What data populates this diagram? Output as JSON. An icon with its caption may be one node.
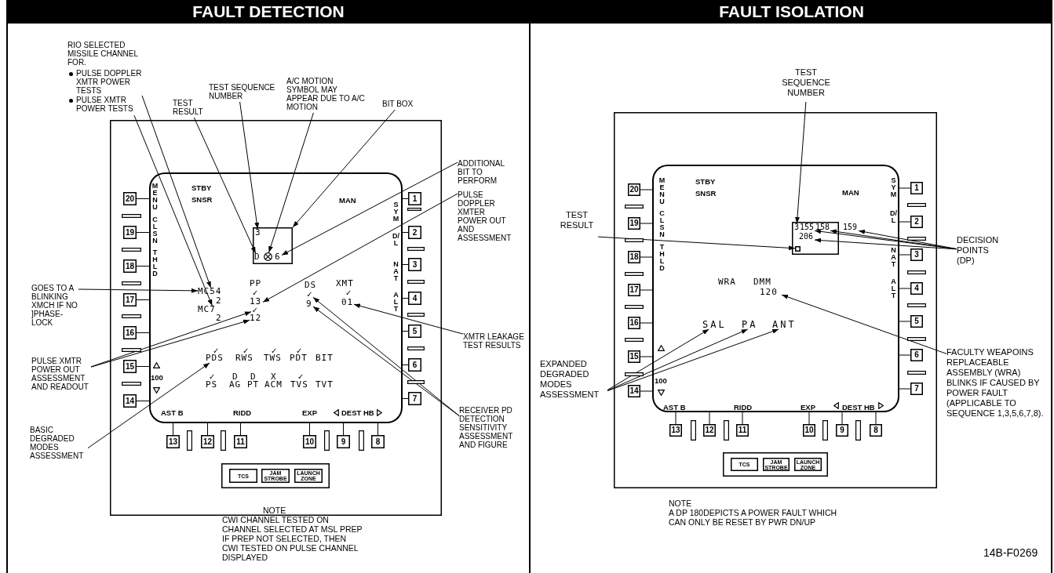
{
  "diagram": {
    "nodes": [
      {
        "text": [
          "FAULT DETECTION"
        ]
      },
      {
        "text": [],
        "shape": "box",
        "in": 0
      },
      {
        "text": [],
        "shape": "box",
        "in": 1
      },
      {
        "text": [
          "1"
        ],
        "in": 1
      },
      {
        "text": [
          "2"
        ],
        "in": 1
      },
      {
        "text": [
          "3"
        ],
        "in": 1
      },
      {
        "text": [
          "4"
        ],
        "in": 1
      },
      {
        "text": [
          "5"
        ],
        "in": 1
      },
      {
        "text": [
          "6"
        ],
        "in": 1
      },
      {
        "text": [
          "7"
        ],
        "in": 1
      },
      {
        "text": [
          "8"
        ],
        "in": 1
      },
      {
        "text": [
          "9"
        ],
        "in": 1
      },
      {
        "text": [
          "10"
        ],
        "in": 1
      },
      {
        "text": [
          "11"
        ],
        "in": 1
      },
      {
        "text": [
          "12"
        ],
        "in": 1
      },
      {
        "text": [
          "13"
        ],
        "in": 1
      },
      {
        "text": [
          "14"
        ],
        "in": 1
      },
      {
        "text": [
          "15"
        ],
        "in": 1
      },
      {
        "text": [
          "16"
        ],
        "in": 1
      },
      {
        "text": [
          "17"
        ],
        "in": 1
      },
      {
        "text": [
          "18"
        ],
        "in": 1
      },
      {
        "text": [
          "19"
        ],
        "in": 1
      },
      {
        "text": [
          "20"
        ],
        "in": 1
      },
      {
        "text": [],
        "shape": "box",
        "in": 1
      },
      {
        "text": [
          "TCS"
        ],
        "in": 23
      },
      {
        "text": [
          "JAM STROBE"
        ],
        "in": 23
      },
      {
        "text": [
          "LAUNCH ZONE"
        ],
        "in": 23
      },
      {
        "text": [],
        "shape": "box",
        "in": 2
      },
      {
        "text": [
          "3"
        ],
        "in": 27
      },
      {
        "text": [
          "D"
        ],
        "in": 27
      },
      {
        "text": [],
        "shape": "circle",
        "in": 27
      },
      {
        "text": [
          "6"
        ],
        "in": 27
      },
      {
        "text": [
          "MC54"
        ],
        "in": 2
      },
      {
        "text": [
          "MC7"
        ],
        "in": 2
      },
      {
        "text": [
          "13"
        ],
        "in": 2
      },
      {
        "text": [
          "✓"
        ],
        "in": 2
      },
      {
        "text": [
          "12"
        ],
        "in": 2
      },
      {
        "text": [
          "✓"
        ],
        "in": 2
      },
      {
        "text": [
          "9"
        ],
        "in": 2
      },
      {
        "text": [
          "01"
        ],
        "in": 2
      },
      {
        "text": [
          "PDS"
        ],
        "in": 2
      },
      {
        "text": [
          "PULSE DOPPLER XMTR POWER TESTS"
        ],
        "in": 0
      },
      {
        "text": [
          "PULSE XMTR POWER TESTS"
        ],
        "in": 0
      },
      {
        "text": [
          "TEST RESULT"
        ],
        "in": 0
      },
      {
        "text": [
          "TEST SEQUENCE NUMBER"
        ],
        "in": 0
      },
      {
        "text": [
          "A/C MOTION SYMBOL MAY APPEAR DUE TO A/C MOTION"
        ],
        "in": 0
      },
      {
        "text": [
          "BIT BOX"
        ],
        "in": 0
      },
      {
        "text": [
          "ADDITIONAL BIT TO PERFORM"
        ],
        "in": 0
      },
      {
        "text": [
          "PULSE DOPPLER XMTER POWER OUT AND ASSESSMENT"
        ],
        "in": 0
      },
      {
        "text": [
          "GOES TO A BLINKING XMCH IF NO ]PHASE- LOCK"
        ],
        "in": 0
      },
      {
        "text": [
          "XMTR LEAKAGE TEST RESULTS"
        ],
        "in": 0
      },
      {
        "text": [
          "PULSE XMTR POWER OUT ASSESSMENT AND READOUT"
        ],
        "in": 0
      },
      {
        "text": [
          "RECEIVER PD DETECTION SENSITIVITY ASSESSMENT AND FIGURE"
        ],
        "in": 0
      },
      {
        "text": [
          "BASIC DEGRADED MODES ASSESSMENT"
        ],
        "in": 0
      },
      {
        "text": [
          "FAULT ISOLATION"
        ]
      },
      {
        "text": [],
        "shape": "box",
        "in": 54
      },
      {
        "text": [],
        "shape": "box",
        "in": 55
      },
      {
        "text": [
          "1"
        ],
        "in": 55
      },
      {
        "text": [
          "2"
        ],
        "in": 55
      },
      {
        "text": [
          "3"
        ],
        "in": 55
      },
      {
        "text": [
          "4"
        ],
        "in": 55
      },
      {
        "text": [
          "5"
        ],
        "in": 55
      },
      {
        "text": [
          "6"
        ],
        "in": 55
      },
      {
        "text": [
          "7"
        ],
        "in": 55
      },
      {
        "text": [
          "8"
        ],
        "in": 55
      },
      {
        "text": [
          "9"
        ],
        "in": 55
      },
      {
        "text": [
          "10"
        ],
        "in": 55
      },
      {
        "text": [
          "11"
        ],
        "in": 55
      },
      {
        "text": [
          "12"
        ],
        "in": 55
      },
      {
        "text": [
          "13"
        ],
        "in": 55
      },
      {
        "text": [
          "14"
        ],
        "in": 55
      },
      {
        "text": [
          "15"
        ],
        "in": 55
      },
      {
        "text": [
          "16"
        ],
        "in": 55
      },
      {
        "text": [
          "17"
        ],
        "in": 55
      },
      {
        "text": [
          "18"
        ],
        "in": 55
      },
      {
        "text": [
          "19"
        ],
        "in": 55
      },
      {
        "text": [
          "20"
        ],
        "in": 55
      },
      {
        "text": [],
        "shape": "box",
        "in": 55
      },
      {
        "text": [
          "TCS"
        ],
        "in": 77
      },
      {
        "text": [
          "JAM STROBE"
        ],
        "in": 77
      },
      {
        "text": [
          "LAUNCH ZONE"
        ],
        "in": 77
      },
      {
        "text": [],
        "shape": "box",
        "in": 56
      },
      {
        "text": [
          "3"
        ],
        "in": 81
      },
      {
        "text": [
          "155"
        ],
        "in": 81
      },
      {
        "text": [
          "158"
        ],
        "in": 81
      },
      {
        "text": [
          "206"
        ],
        "in": 81
      },
      {
        "text": [],
        "shape": "box",
        "in": 81
      },
      {
        "text": [
          "159"
        ],
        "in": 56
      },
      {
        "text": [
          "120"
        ],
        "in": 56
      },
      {
        "text": [
          "SAL"
        ],
        "in": 56
      },
      {
        "text": [
          "PA"
        ],
        "in": 56
      },
      {
        "text": [
          "ANT"
        ],
        "in": 56
      },
      {
        "text": [
          "TEST SEQUENCE NUMBER"
        ],
        "in": 54
      },
      {
        "text": [
          "TEST RESULT"
        ],
        "in": 54
      },
      {
        "text": [
          "DECISION POINTS (DP)"
        ],
        "in": 54
      },
      {
        "text": [
          "FACULTY WEAPOINS REPLACEABLE ASSEMBLY (WRA) BLINKS IF CAUSED BY POWER FAULT (APPLICABLE TO SEQUENCE 1,3,5,6,7,8)."
        ],
        "in": 54
      },
      {
        "text": [
          "EXPANDED DEGRADED MODES ASSESSMENT"
        ],
        "in": 54
      }
    ],
    "edges": [
      {
        "from": 41,
        "to": 32,
        "arrow": "to"
      },
      {
        "from": 42,
        "to": 33,
        "arrow": "to"
      },
      {
        "from": 43,
        "to": 29,
        "arrow": "to"
      },
      {
        "from": 44,
        "to": 28,
        "arrow": "to"
      },
      {
        "from": 45,
        "to": 30,
        "arrow": "to"
      },
      {
        "from": 46,
        "to": 27,
        "arrow": "to"
      },
      {
        "from": 47,
        "to": 31,
        "arrow": "to"
      },
      {
        "from": 48,
        "to": 34,
        "arrow": "to"
      },
      {
        "from": 49,
        "to": 32,
        "arrow": "to"
      },
      {
        "from": 50,
        "to": 39,
        "arrow": "to"
      },
      {
        "from": 51,
        "to": 35,
        "arrow": "to"
      },
      {
        "from": 51,
        "to": 36,
        "arrow": "to"
      },
      {
        "from": 52,
        "to": 37,
        "arrow": "to"
      },
      {
        "from": 52,
        "to": 38,
        "arrow": "to"
      },
      {
        "from": 53,
        "to": 40,
        "arrow": "to"
      },
      {
        "from": 92,
        "to": 82,
        "arrow": "to"
      },
      {
        "from": 93,
        "to": 86,
        "arrow": "to"
      },
      {
        "from": 94,
        "to": 83,
        "arrow": "to"
      },
      {
        "from": 94,
        "to": 84,
        "arrow": "to"
      },
      {
        "from": 94,
        "to": 87,
        "arrow": "to"
      },
      {
        "from": 94,
        "to": 85,
        "arrow": "to"
      },
      {
        "from": 95,
        "to": 88,
        "arrow": "to"
      },
      {
        "from": 96,
        "to": 89,
        "arrow": "to"
      },
      {
        "from": 96,
        "to": 90,
        "arrow": "to"
      },
      {
        "from": 96,
        "to": 91,
        "arrow": "to"
      },
      {
        "from": 3,
        "to": 2,
        "arrow": "none"
      },
      {
        "from": 4,
        "to": 2,
        "arrow": "none"
      },
      {
        "from": 5,
        "to": 2,
        "arrow": "none"
      },
      {
        "from": 6,
        "to": 2,
        "arrow": "none"
      },
      {
        "from": 7,
        "to": 2,
        "arrow": "none"
      },
      {
        "from": 8,
        "to": 2,
        "arrow": "none"
      },
      {
        "from": 9,
        "to": 2,
        "arrow": "none"
      },
      {
        "from": 10,
        "to": 2,
        "arrow": "none"
      },
      {
        "from": 11,
        "to": 2,
        "arrow": "none"
      },
      {
        "from": 12,
        "to": 2,
        "arrow": "none"
      },
      {
        "from": 13,
        "to": 2,
        "arrow": "none"
      },
      {
        "from": 14,
        "to": 2,
        "arrow": "none"
      },
      {
        "from": 15,
        "to": 2,
        "arrow": "none"
      },
      {
        "from": 16,
        "to": 2,
        "arrow": "none"
      },
      {
        "from": 17,
        "to": 2,
        "arrow": "none"
      },
      {
        "from": 18,
        "to": 2,
        "arrow": "none"
      },
      {
        "from": 19,
        "to": 2,
        "arrow": "none"
      },
      {
        "from": 20,
        "to": 2,
        "arrow": "none"
      },
      {
        "from": 21,
        "to": 2,
        "arrow": "none"
      },
      {
        "from": 22,
        "to": 2,
        "arrow": "none"
      },
      {
        "from": 57,
        "to": 56,
        "arrow": "none"
      },
      {
        "from": 58,
        "to": 56,
        "arrow": "none"
      },
      {
        "from": 59,
        "to": 56,
        "arrow": "none"
      },
      {
        "from": 60,
        "to": 56,
        "arrow": "none"
      },
      {
        "from": 61,
        "to": 56,
        "arrow": "none"
      },
      {
        "from": 62,
        "to": 56,
        "arrow": "none"
      },
      {
        "from": 63,
        "to": 56,
        "arrow": "none"
      },
      {
        "from": 64,
        "to": 56,
        "arrow": "none"
      },
      {
        "from": 65,
        "to": 56,
        "arrow": "none"
      },
      {
        "from": 66,
        "to": 56,
        "arrow": "none"
      },
      {
        "from": 67,
        "to": 56,
        "arrow": "none"
      },
      {
        "from": 68,
        "to": 56,
        "arrow": "none"
      },
      {
        "from": 69,
        "to": 56,
        "arrow": "none"
      },
      {
        "from": 70,
        "to": 56,
        "arrow": "none"
      },
      {
        "from": 71,
        "to": 56,
        "arrow": "none"
      },
      {
        "from": 72,
        "to": 56,
        "arrow": "none"
      },
      {
        "from": 73,
        "to": 56,
        "arrow": "none"
      },
      {
        "from": 74,
        "to": 56,
        "arrow": "none"
      },
      {
        "from": 75,
        "to": 56,
        "arrow": "none"
      },
      {
        "from": 76,
        "to": 56,
        "arrow": "none"
      }
    ],
    "labels": [
      "RIO SELECTED MISSILE CHANNEL FOR.",
      "MENU",
      "CLSN",
      "THLD",
      "STBY SNSR",
      "MAN",
      "SYM",
      "D/L",
      "NAT",
      "ALT",
      "2",
      "2",
      "PP",
      "✓",
      "DS",
      "XMT",
      "✓",
      "✓",
      "✓",
      "✓",
      "✓",
      "RWS",
      "TWS",
      "PDT",
      "BIT",
      "✓",
      "D",
      "D",
      "X",
      "✓",
      "PS",
      "AG",
      "PT",
      "ACM",
      "TVS",
      "TVT",
      "100",
      "AST B",
      "RIDD",
      "EXP",
      "DEST HB",
      "NOTE",
      "CWI CHANNEL TESTED ON CHANNEL SELECTED AT MSL PREP IF PREP NOT SELECTED, THEN CWI TESTED ON PULSE CHANNEL DISPLAYED",
      "MENU",
      "CLSN",
      "THLD",
      "STBY SNSR",
      "MAN",
      "SYM",
      "D/L",
      "NAT",
      "ALT",
      "WRA",
      "DMM",
      "100",
      "AST B",
      "RIDD",
      "EXP",
      "DEST HB",
      "NOTE",
      "A DP 180DEPICTS A POWER FAULT WHICH CAN ONLY BE RESET BY PWR DN/UP",
      "14B-F0269"
    ]
  }
}
